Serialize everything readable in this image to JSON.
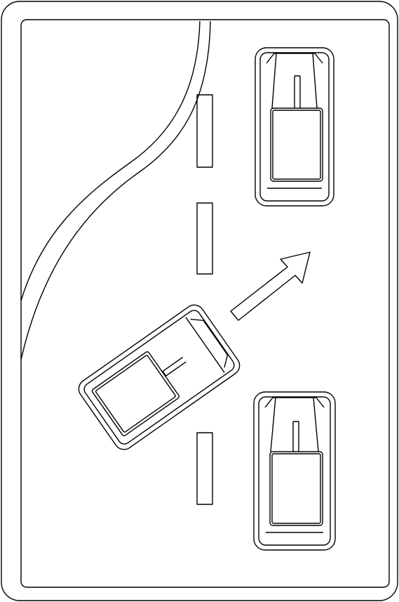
{
  "colors": {
    "stroke": "#000000",
    "background": "#ffffff"
  },
  "scene": {
    "lane_dashes": 3,
    "parked_cars": 2,
    "maneuvering_car": 1,
    "direction_arrow": "arrow-up-right-icon"
  }
}
